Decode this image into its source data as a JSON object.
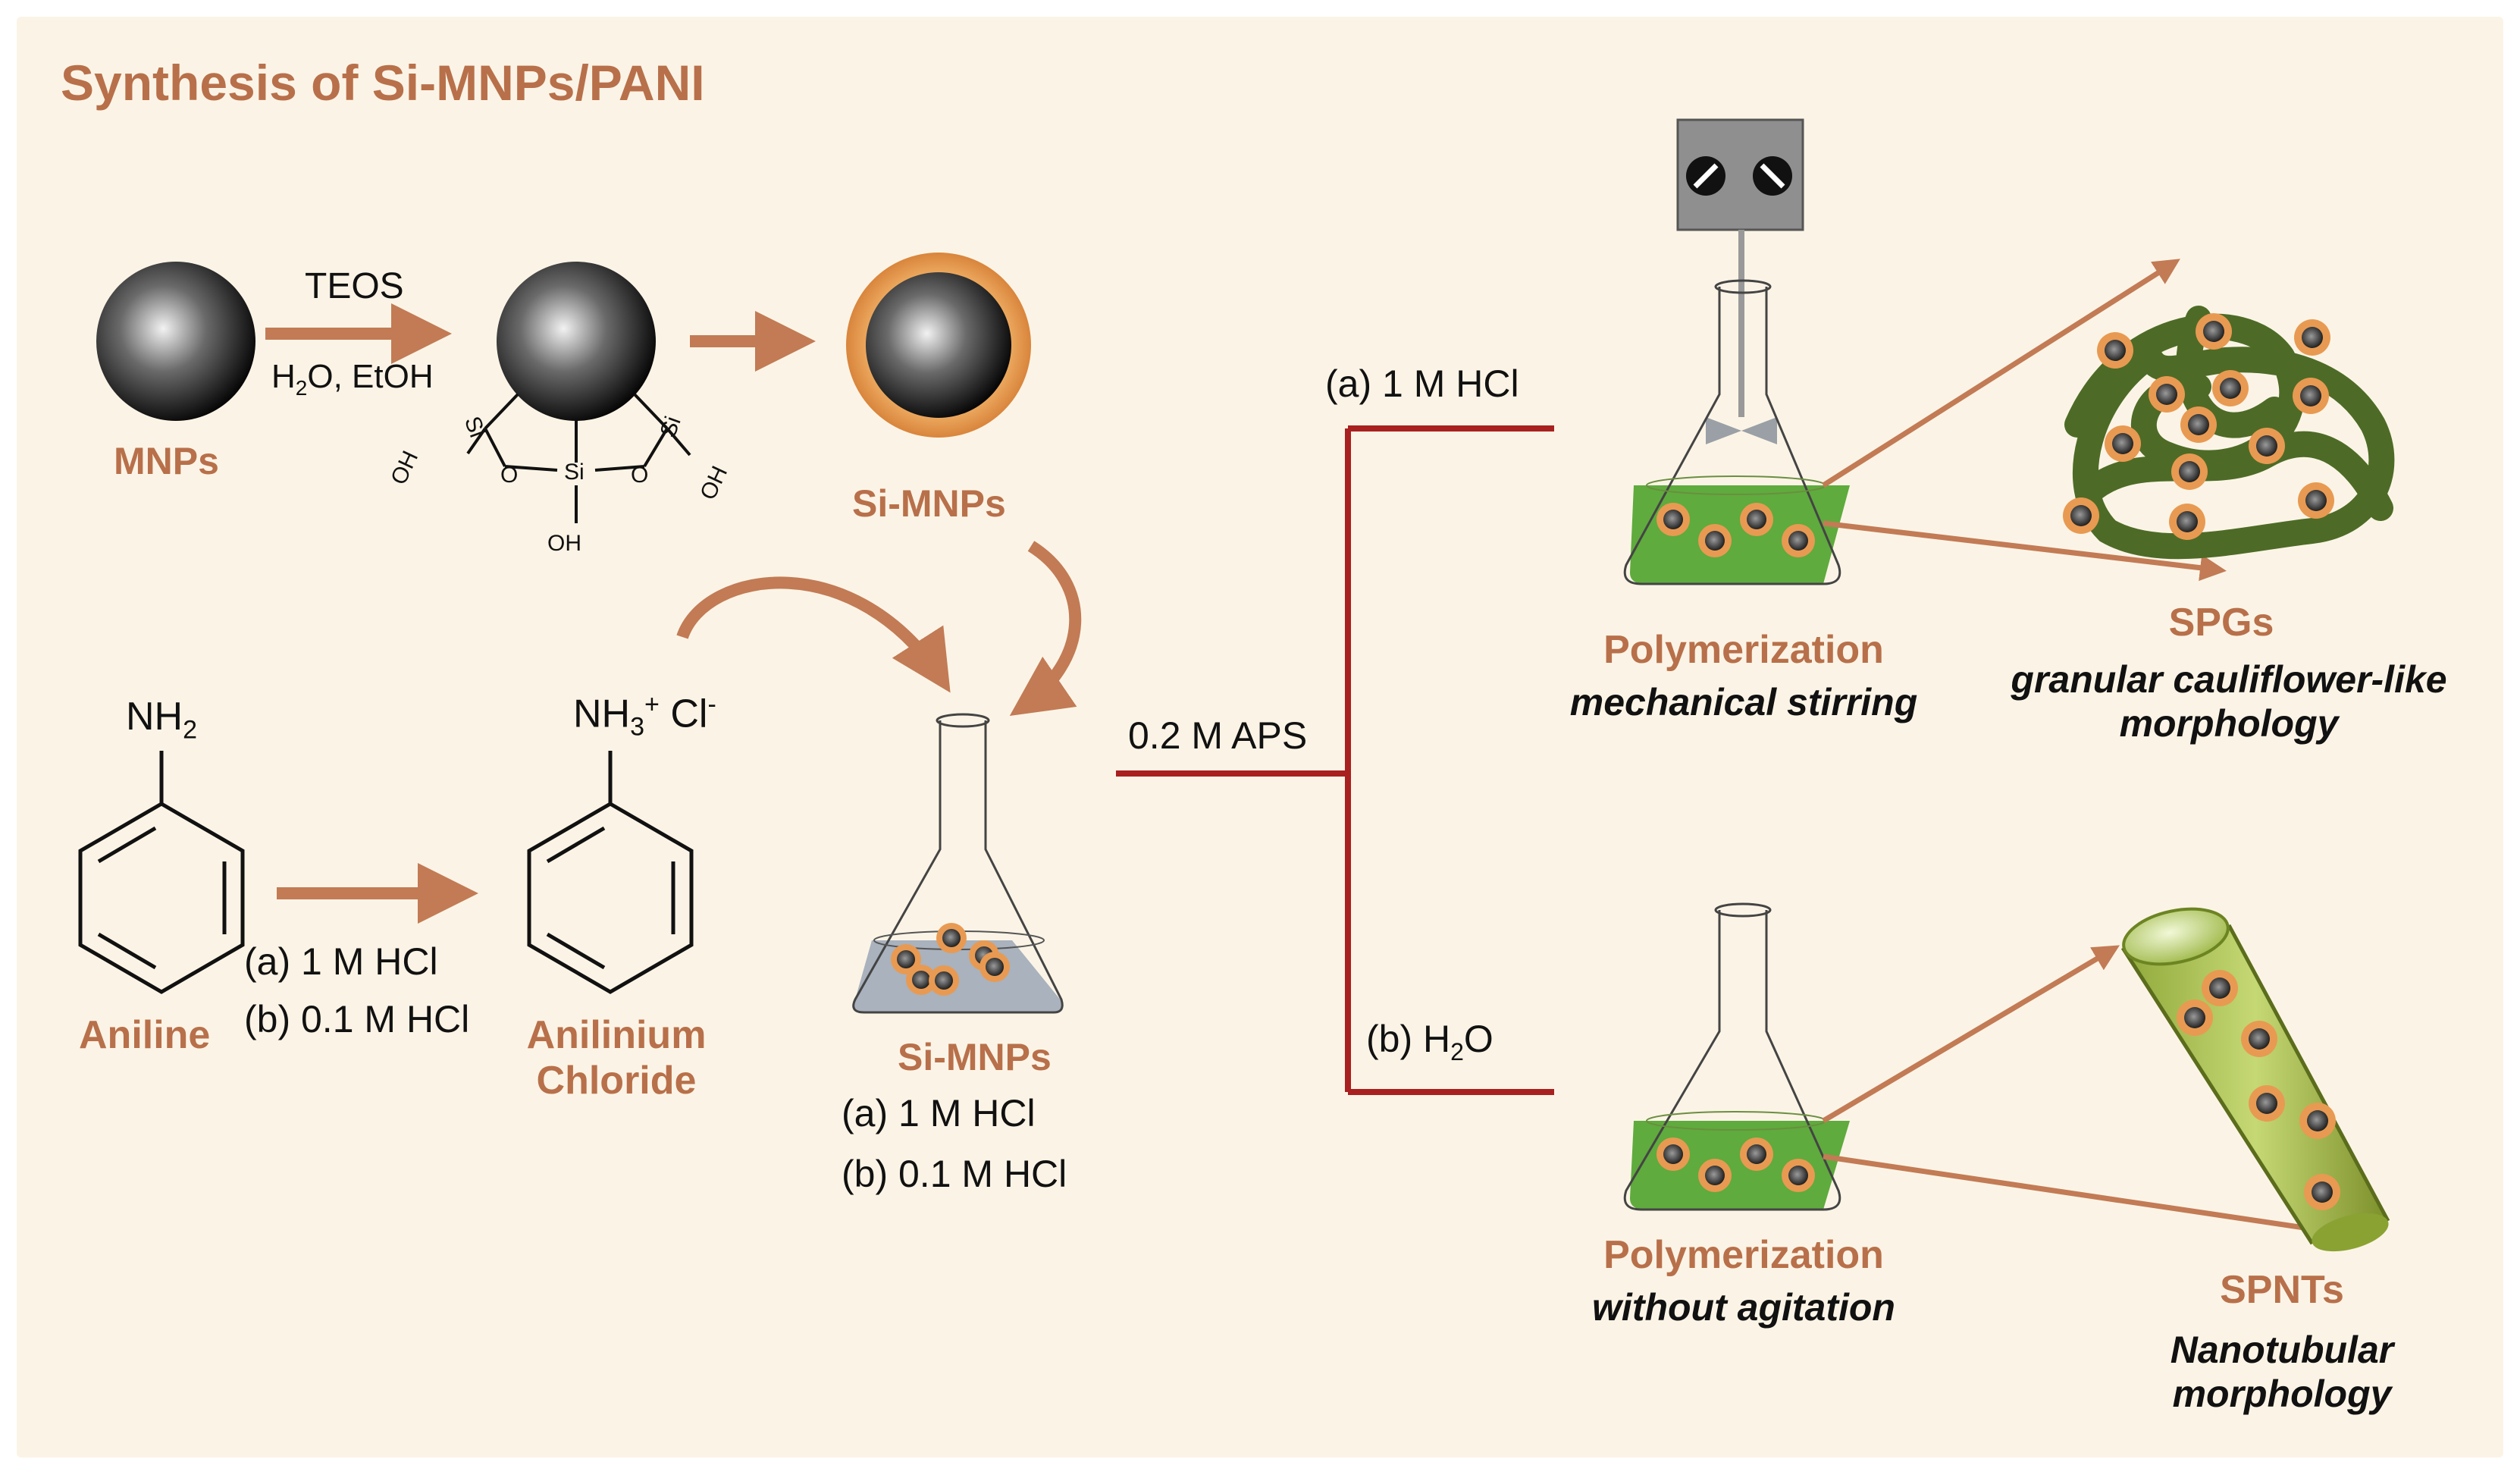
{
  "title": "Synthesis of Si-MNPs/PANI",
  "colors": {
    "background": "#fbf4e6",
    "accent_brown": "#c27b55",
    "line_red": "#a8201f",
    "solution_green": "#5fab3d",
    "polymer_green": "#5a7a30",
    "shell_orange": "#e89a52",
    "solution_grey": "#a9b2bd"
  },
  "step1": {
    "mnps_label": "MNPs",
    "teos_label": "TEOS",
    "h2o_label": "H",
    "h2o_sub": "2",
    "h2o_rest": "O, EtOH",
    "si_mnps_label": "Si-MNPs",
    "silanol": {
      "si_left": "Si",
      "si_mid": "Si",
      "si_right": "Si",
      "o_left": "O",
      "o_right": "O",
      "oh_left": "OH",
      "oh_mid": "OH",
      "oh_right": "OH"
    }
  },
  "step2": {
    "nh2_main": "NH",
    "nh2_sub": "2",
    "nh3_main": "NH",
    "nh3_sub": "3",
    "nh3_sup": "+",
    "cl_main": "Cl",
    "cl_sup": "-",
    "aniline_label": "Aniline",
    "cond_a": "(a) 1 M HCl",
    "cond_b": "(b) 0.1 M HCl",
    "anilinium_line1": "Anilinium",
    "anilinium_line2": "Chloride"
  },
  "flask_mix": {
    "label": "Si-MNPs",
    "cond_a": "(a) 1 M HCl",
    "cond_b": "(b) 0.1 M HCl"
  },
  "branch": {
    "aps_label": "0.2 M APS",
    "a_label": "(a) 1 M HCl",
    "b_label_main": "(b) H",
    "b_label_sub": "2",
    "b_label_rest": "O"
  },
  "result_a": {
    "process": "Polymerization",
    "method": "mechanical stirring",
    "product": "SPGs",
    "morph_line1": "granular cauliflower-like",
    "morph_line2": "morphology"
  },
  "result_b": {
    "process": "Polymerization",
    "method": "without agitation",
    "product": "SPNTs",
    "morph_line1": "Nanotubular",
    "morph_line2": "morphology"
  }
}
